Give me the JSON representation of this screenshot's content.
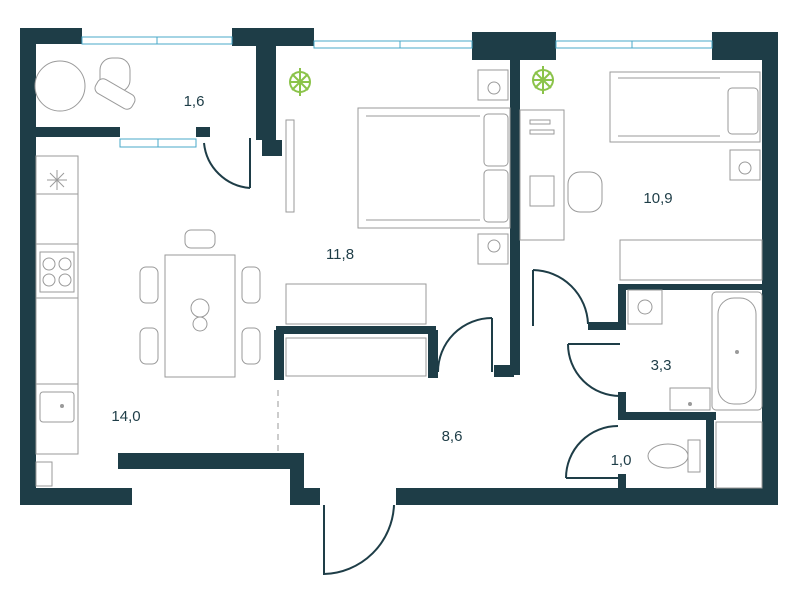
{
  "plan": {
    "colors": {
      "wall": "#1e3d47",
      "window": "#4aa8c9",
      "fixture": "#9a9a9a",
      "plant": "#8bc34a"
    },
    "rooms": [
      {
        "id": "balcony",
        "area": "1,6"
      },
      {
        "id": "kitchen-living",
        "area": "14,0"
      },
      {
        "id": "bedroom-1",
        "area": "11,8"
      },
      {
        "id": "bedroom-2",
        "area": "10,9"
      },
      {
        "id": "hallway",
        "area": "8,6"
      },
      {
        "id": "bathroom",
        "area": "3,3"
      },
      {
        "id": "toilet",
        "area": "1,0"
      }
    ]
  }
}
